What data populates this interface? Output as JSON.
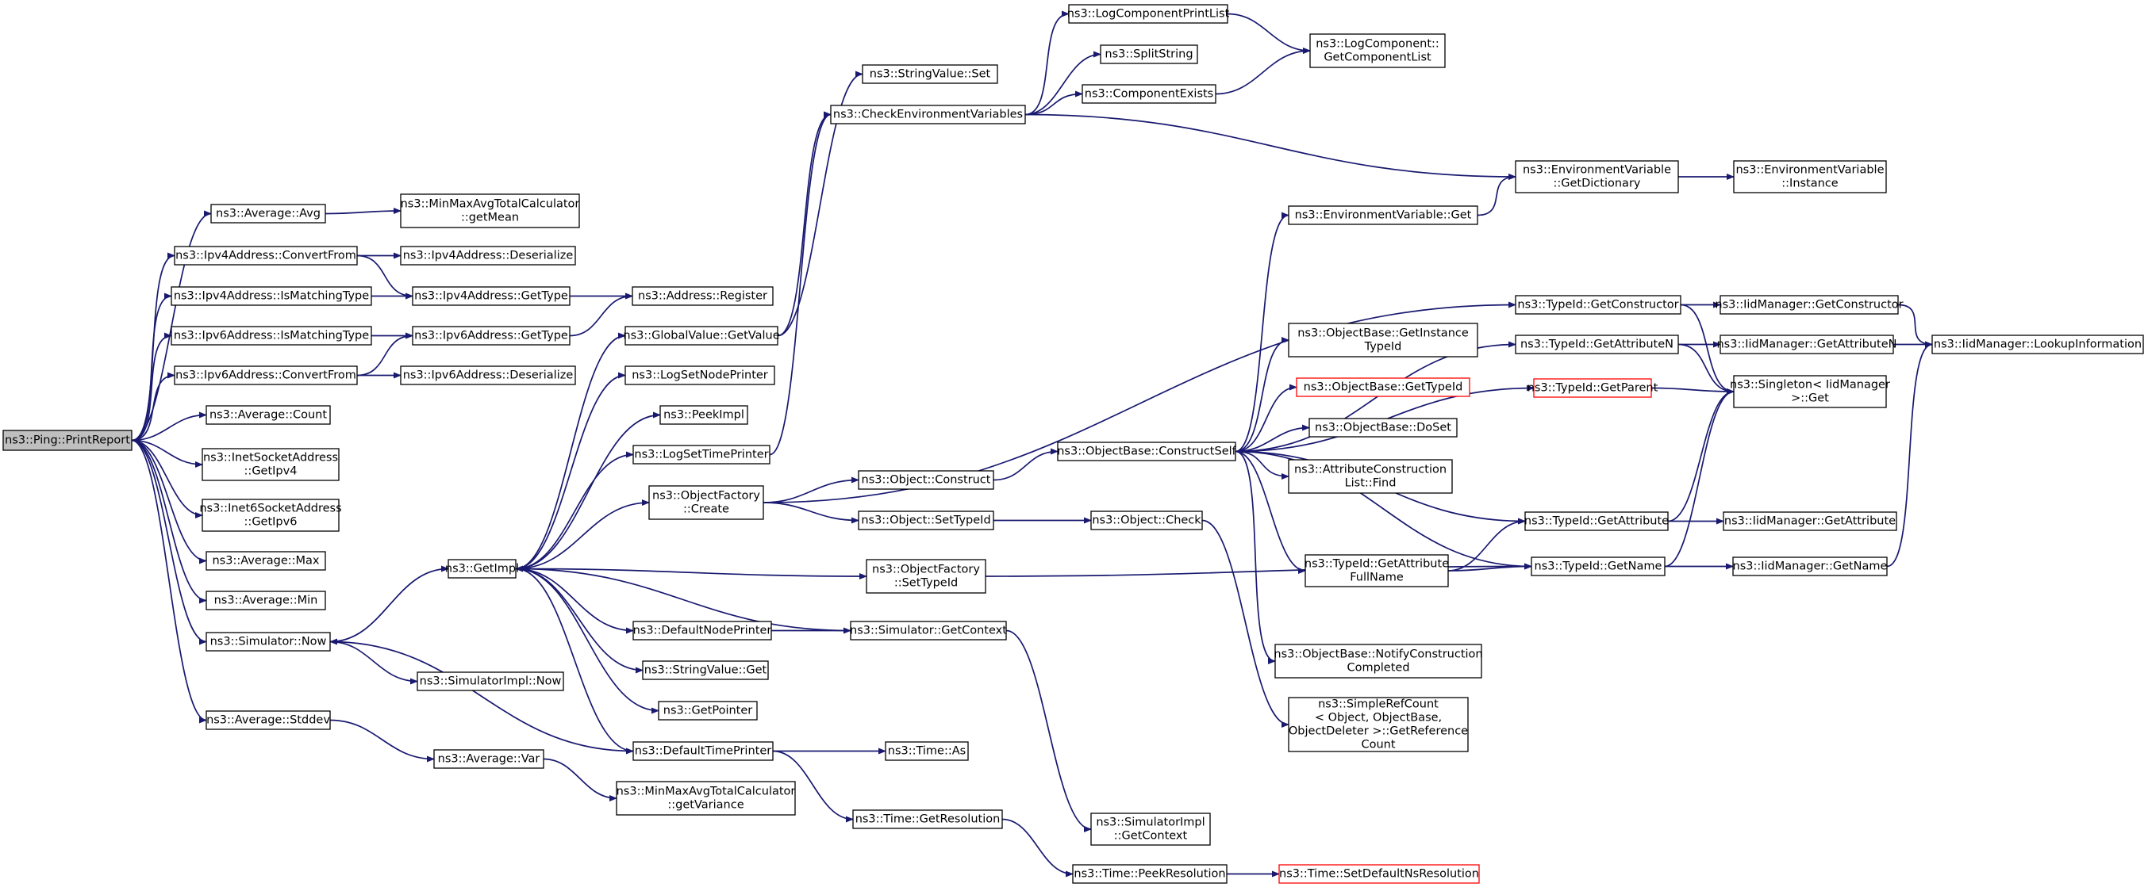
{
  "nodes": [
    {
      "id": "n0",
      "label": [
        "ns3::Ping::PrintReport"
      ],
      "style": "root"
    },
    {
      "id": "n1",
      "label": [
        "ns3::Average::Avg"
      ]
    },
    {
      "id": "n2",
      "label": [
        "ns3::MinMaxAvgTotalCalculator",
        "::getMean"
      ]
    },
    {
      "id": "n3",
      "label": [
        "ns3::Ipv4Address::ConvertFrom"
      ]
    },
    {
      "id": "n4",
      "label": [
        "ns3::Ipv4Address::Deserialize"
      ]
    },
    {
      "id": "n5",
      "label": [
        "ns3::Ipv4Address::IsMatchingType"
      ]
    },
    {
      "id": "n6",
      "label": [
        "ns3::Ipv4Address::GetType"
      ]
    },
    {
      "id": "n7",
      "label": [
        "ns3::Address::Register"
      ]
    },
    {
      "id": "n8",
      "label": [
        "ns3::Ipv6Address::IsMatchingType"
      ]
    },
    {
      "id": "n9",
      "label": [
        "ns3::Ipv6Address::GetType"
      ]
    },
    {
      "id": "n10",
      "label": [
        "ns3::Ipv6Address::ConvertFrom"
      ]
    },
    {
      "id": "n11",
      "label": [
        "ns3::Ipv6Address::Deserialize"
      ]
    },
    {
      "id": "n12",
      "label": [
        "ns3::Average::Count"
      ]
    },
    {
      "id": "n13",
      "label": [
        "ns3::InetSocketAddress",
        "::GetIpv4"
      ]
    },
    {
      "id": "n14",
      "label": [
        "ns3::Inet6SocketAddress",
        "::GetIpv6"
      ]
    },
    {
      "id": "n15",
      "label": [
        "ns3::Average::Max"
      ]
    },
    {
      "id": "n16",
      "label": [
        "ns3::Average::Min"
      ]
    },
    {
      "id": "n17",
      "label": [
        "ns3::Simulator::Now"
      ]
    },
    {
      "id": "n18",
      "label": [
        "ns3::SimulatorImpl::Now"
      ]
    },
    {
      "id": "n19",
      "label": [
        "ns3::Average::Stddev"
      ]
    },
    {
      "id": "n20",
      "label": [
        "ns3::Average::Var"
      ]
    },
    {
      "id": "n21",
      "label": [
        "ns3::MinMaxAvgTotalCalculator",
        "::getVariance"
      ]
    },
    {
      "id": "n22",
      "label": [
        "ns3::GetImpl"
      ]
    },
    {
      "id": "n23",
      "label": [
        "ns3::GlobalValue::GetValue"
      ]
    },
    {
      "id": "n24",
      "label": [
        "ns3::LogSetNodePrinter"
      ]
    },
    {
      "id": "n25",
      "label": [
        "ns3::PeekImpl"
      ]
    },
    {
      "id": "n26",
      "label": [
        "ns3::LogSetTimePrinter"
      ]
    },
    {
      "id": "n27",
      "label": [
        "ns3::ObjectFactory",
        "::Create"
      ]
    },
    {
      "id": "n28",
      "label": [
        "ns3::DefaultNodePrinter"
      ]
    },
    {
      "id": "n29",
      "label": [
        "ns3::StringValue::Get"
      ]
    },
    {
      "id": "n30",
      "label": [
        "ns3::GetPointer"
      ]
    },
    {
      "id": "n31",
      "label": [
        "ns3::DefaultTimePrinter"
      ]
    },
    {
      "id": "n32",
      "label": [
        "ns3::StringValue::Set"
      ]
    },
    {
      "id": "n33",
      "label": [
        "ns3::CheckEnvironmentVariables"
      ]
    },
    {
      "id": "n34",
      "label": [
        "ns3::Object::Construct"
      ]
    },
    {
      "id": "n35",
      "label": [
        "ns3::Object::SetTypeId"
      ]
    },
    {
      "id": "n36",
      "label": [
        "ns3::ObjectFactory",
        "::SetTypeId"
      ]
    },
    {
      "id": "n37",
      "label": [
        "ns3::Simulator::GetContext"
      ]
    },
    {
      "id": "n38",
      "label": [
        "ns3::Time::As"
      ]
    },
    {
      "id": "n39",
      "label": [
        "ns3::Time::GetResolution"
      ]
    },
    {
      "id": "n40",
      "label": [
        "ns3::LogComponentPrintList"
      ]
    },
    {
      "id": "n41",
      "label": [
        "ns3::SplitString"
      ]
    },
    {
      "id": "n42",
      "label": [
        "ns3::ComponentExists"
      ]
    },
    {
      "id": "n43",
      "label": [
        "ns3::LogComponent::",
        "GetComponentList"
      ]
    },
    {
      "id": "n44",
      "label": [
        "ns3::ObjectBase::ConstructSelf"
      ]
    },
    {
      "id": "n45",
      "label": [
        "ns3::Object::Check"
      ]
    },
    {
      "id": "n46",
      "label": [
        "ns3::SimulatorImpl",
        "::GetContext"
      ]
    },
    {
      "id": "n47",
      "label": [
        "ns3::Time::PeekResolution"
      ]
    },
    {
      "id": "n48",
      "label": [
        "ns3::EnvironmentVariable::Get"
      ]
    },
    {
      "id": "n49",
      "label": [
        "ns3::ObjectBase::GetInstance",
        "TypeId"
      ]
    },
    {
      "id": "n50",
      "label": [
        "ns3::ObjectBase::GetTypeId"
      ],
      "style": "red"
    },
    {
      "id": "n51",
      "label": [
        "ns3::ObjectBase::DoSet"
      ]
    },
    {
      "id": "n52",
      "label": [
        "ns3::AttributeConstruction",
        "List::Find"
      ]
    },
    {
      "id": "n53",
      "label": [
        "ns3::TypeId::GetAttribute",
        "FullName"
      ]
    },
    {
      "id": "n54",
      "label": [
        "ns3::ObjectBase::NotifyConstruction",
        "Completed"
      ]
    },
    {
      "id": "n55",
      "label": [
        "ns3::SimpleRefCount",
        "< Object, ObjectBase,",
        "ObjectDeleter >::GetReference",
        "Count"
      ]
    },
    {
      "id": "n56",
      "label": [
        "ns3::Time::SetDefaultNsResolution"
      ],
      "style": "red"
    },
    {
      "id": "n57",
      "label": [
        "ns3::EnvironmentVariable",
        "::GetDictionary"
      ]
    },
    {
      "id": "n58",
      "label": [
        "ns3::TypeId::GetConstructor"
      ]
    },
    {
      "id": "n59",
      "label": [
        "ns3::TypeId::GetAttributeN"
      ]
    },
    {
      "id": "n60",
      "label": [
        "ns3::TypeId::GetParent"
      ],
      "style": "red"
    },
    {
      "id": "n61",
      "label": [
        "ns3::TypeId::GetAttribute"
      ]
    },
    {
      "id": "n62",
      "label": [
        "ns3::TypeId::GetName"
      ]
    },
    {
      "id": "n63",
      "label": [
        "ns3::EnvironmentVariable",
        "::Instance"
      ]
    },
    {
      "id": "n64",
      "label": [
        "ns3::IidManager::GetConstructor"
      ]
    },
    {
      "id": "n65",
      "label": [
        "ns3::IidManager::GetAttributeN"
      ]
    },
    {
      "id": "n66",
      "label": [
        "ns3::Singleton< IidManager",
        ">::Get"
      ]
    },
    {
      "id": "n67",
      "label": [
        "ns3::IidManager::GetAttribute"
      ]
    },
    {
      "id": "n68",
      "label": [
        "ns3::IidManager::GetName"
      ]
    },
    {
      "id": "n69",
      "label": [
        "ns3::IidManager::LookupInformation"
      ]
    }
  ],
  "edges": [
    [
      "n0",
      "n1"
    ],
    [
      "n0",
      "n3"
    ],
    [
      "n0",
      "n5"
    ],
    [
      "n0",
      "n8"
    ],
    [
      "n0",
      "n10"
    ],
    [
      "n0",
      "n12"
    ],
    [
      "n0",
      "n13"
    ],
    [
      "n0",
      "n14"
    ],
    [
      "n0",
      "n15"
    ],
    [
      "n0",
      "n16"
    ],
    [
      "n0",
      "n17"
    ],
    [
      "n0",
      "n19"
    ],
    [
      "n1",
      "n2"
    ],
    [
      "n3",
      "n4"
    ],
    [
      "n3",
      "n6"
    ],
    [
      "n5",
      "n6"
    ],
    [
      "n6",
      "n7"
    ],
    [
      "n8",
      "n9"
    ],
    [
      "n9",
      "n7"
    ],
    [
      "n10",
      "n9"
    ],
    [
      "n10",
      "n11"
    ],
    [
      "n17",
      "n18"
    ],
    [
      "n17",
      "n22"
    ],
    [
      "n19",
      "n20"
    ],
    [
      "n20",
      "n21"
    ],
    [
      "n22",
      "n23"
    ],
    [
      "n22",
      "n24"
    ],
    [
      "n22",
      "n25"
    ],
    [
      "n22",
      "n26"
    ],
    [
      "n22",
      "n27"
    ],
    [
      "n22",
      "n28"
    ],
    [
      "n22",
      "n29"
    ],
    [
      "n22",
      "n30"
    ],
    [
      "n22",
      "n31"
    ],
    [
      "n22",
      "n36"
    ],
    [
      "n23",
      "n32"
    ],
    [
      "n23",
      "n33"
    ],
    [
      "n26",
      "n33"
    ],
    [
      "n27",
      "n34"
    ],
    [
      "n27",
      "n35"
    ],
    [
      "n27",
      "n58"
    ],
    [
      "n28",
      "n37"
    ],
    [
      "n31",
      "n38"
    ],
    [
      "n31",
      "n39"
    ],
    [
      "n31",
      "n17"
    ],
    [
      "n37",
      "n22"
    ],
    [
      "n37",
      "n46"
    ],
    [
      "n33",
      "n40"
    ],
    [
      "n33",
      "n41"
    ],
    [
      "n33",
      "n42"
    ],
    [
      "n33",
      "n57"
    ],
    [
      "n40",
      "n43"
    ],
    [
      "n42",
      "n43"
    ],
    [
      "n34",
      "n44"
    ],
    [
      "n35",
      "n45"
    ],
    [
      "n36",
      "n62"
    ],
    [
      "n39",
      "n47"
    ],
    [
      "n47",
      "n56"
    ],
    [
      "n45",
      "n55"
    ],
    [
      "n44",
      "n48"
    ],
    [
      "n44",
      "n49"
    ],
    [
      "n44",
      "n50"
    ],
    [
      "n44",
      "n51"
    ],
    [
      "n44",
      "n52"
    ],
    [
      "n44",
      "n53"
    ],
    [
      "n44",
      "n54"
    ],
    [
      "n44",
      "n59"
    ],
    [
      "n44",
      "n60"
    ],
    [
      "n44",
      "n61"
    ],
    [
      "n44",
      "n62"
    ],
    [
      "n48",
      "n57"
    ],
    [
      "n57",
      "n63"
    ],
    [
      "n53",
      "n61"
    ],
    [
      "n53",
      "n62"
    ],
    [
      "n58",
      "n64"
    ],
    [
      "n58",
      "n66"
    ],
    [
      "n59",
      "n65"
    ],
    [
      "n59",
      "n66"
    ],
    [
      "n60",
      "n66"
    ],
    [
      "n61",
      "n66"
    ],
    [
      "n61",
      "n67"
    ],
    [
      "n62",
      "n66"
    ],
    [
      "n62",
      "n68"
    ],
    [
      "n64",
      "n69"
    ],
    [
      "n65",
      "n69"
    ],
    [
      "n68",
      "n69"
    ]
  ]
}
